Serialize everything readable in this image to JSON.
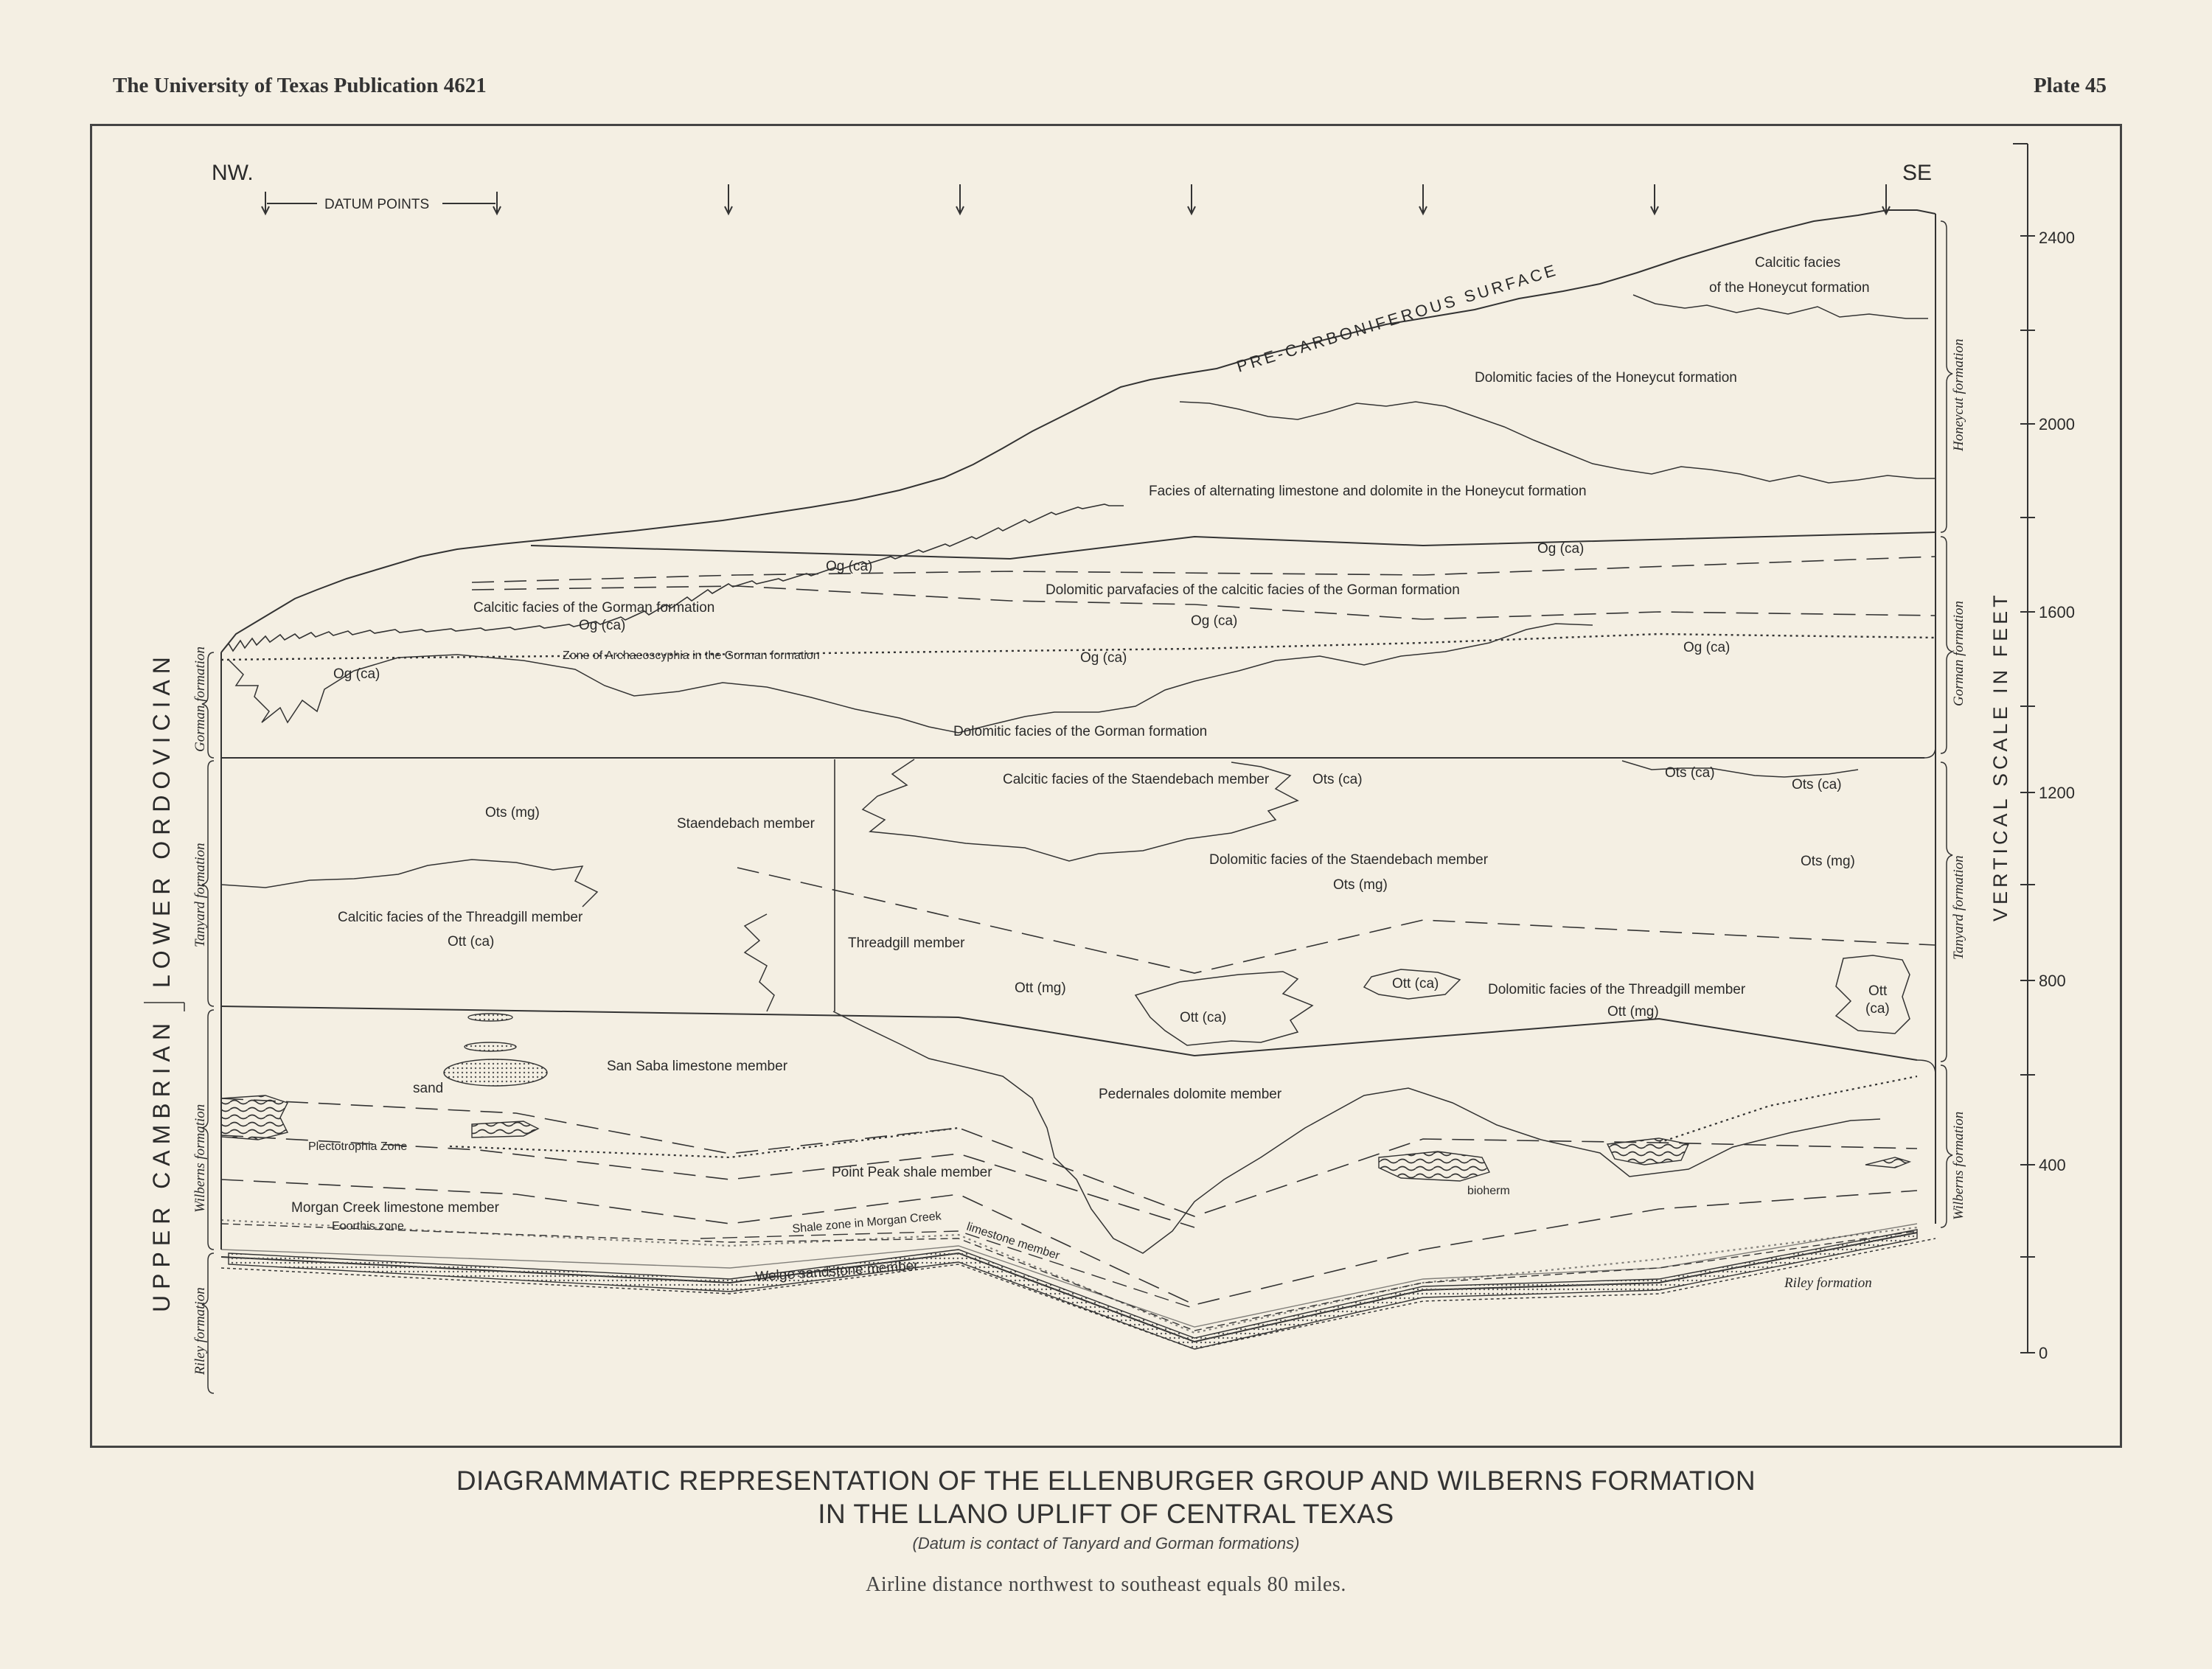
{
  "header": {
    "left": "The University of Texas Publication 4621",
    "right": "Plate 45"
  },
  "orientation": {
    "nw": "NW.",
    "se": "SE",
    "datum": "DATUM POINTS"
  },
  "surface": "PRE-CARBONIFEROUS SURFACE",
  "systems": {
    "upper_cambrian": "UPPER CAMBRIAN",
    "lower_ordovician": "LOWER ORDOVICIAN"
  },
  "formations_left": {
    "gorman": "Gorman formation",
    "tanyard": "Tanyard formation",
    "wilberns": "Wilberns formation",
    "riley": "Riley formation"
  },
  "formations_right": {
    "honeycut": "Honeycut formation",
    "gorman": "Gorman formation",
    "tanyard": "Tanyard formation",
    "wilberns": "Wilberns formation"
  },
  "riley_bottom": "Riley formation",
  "scale": {
    "title": "VERTICAL SCALE IN FEET",
    "ticks": [
      "2400",
      "2000",
      "1600",
      "1200",
      "800",
      "400",
      "0"
    ]
  },
  "labels": {
    "honeycut_calcitic_1": "Calcitic facies",
    "honeycut_calcitic_2": "of the Honeycut formation",
    "honeycut_dolomitic": "Dolomitic facies of the Honeycut formation",
    "honeycut_alternating": "Facies of alternating limestone and dolomite in the Honeycut formation",
    "og_ca": "Og (ca)",
    "gorman_parvafacies": "Dolomitic parvafacies of the calcitic facies of the Gorman formation",
    "gorman_calcitic": "Calcitic facies of the Gorman formation",
    "archaeoscyphia": "Zone of Archaeoscyphia in the Gorman formation",
    "gorman_dolomitic": "Dolomitic facies of the Gorman formation",
    "staendebach_calcitic": "Calcitic facies of the Staendebach member",
    "ots_ca": "Ots (ca)",
    "ots_mg": "Ots (mg)",
    "staendebach_member": "Staendebach member",
    "staendebach_dolomitic": "Dolomitic facies of the Staendebach member",
    "threadgill_calcitic": "Calcitic facies of the Threadgill member",
    "ott_ca": "Ott (ca)",
    "threadgill_member": "Threadgill member",
    "ott_mg": "Ott (mg)",
    "threadgill_dolomitic": "Dolomitic facies of the Threadgill member",
    "ott": "Ott",
    "ca": "(ca)",
    "san_saba": "San Saba limestone member",
    "sand": "sand",
    "pedernales": "Pedernales dolomite member",
    "plectotrophia": "Plectotrophia Zone",
    "point_peak": "Point Peak shale member",
    "bioherm": "bioherm",
    "morgan_creek": "Morgan Creek limestone member",
    "eoorthis": "Eoorthis zone",
    "shale_zone": "Shale zone in Morgan Creek",
    "limestone_member": "limestone member",
    "welge": "Welge sandstone member"
  },
  "caption": {
    "line1": "DIAGRAMMATIC REPRESENTATION OF THE ELLENBURGER GROUP AND WILBERNS FORMATION",
    "line2": "IN THE LLANO UPLIFT OF CENTRAL TEXAS",
    "line3": "(Datum is contact of Tanyard and Gorman formations)",
    "line4": "Airline distance northwest to southeast equals 80 miles."
  }
}
